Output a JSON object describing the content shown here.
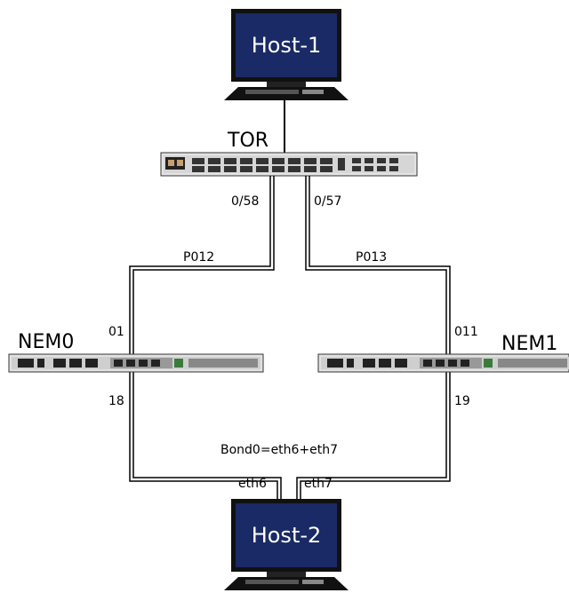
{
  "hosts": {
    "host1": "Host-1",
    "host2": "Host-2"
  },
  "switches": {
    "tor": "TOR",
    "nem0": "NEM0",
    "nem1": "NEM1"
  },
  "links": {
    "tor_port_left": "0/58",
    "tor_port_right": "0/57",
    "cable_left": "P012",
    "cable_right": "P013",
    "nem0_port_up": "01",
    "nem1_port_up": "011",
    "nem0_port_down": "18",
    "nem1_port_down": "19",
    "bond": "Bond0=eth6+eth7",
    "eth6": "eth6",
    "eth7": "eth7"
  },
  "colors": {
    "monitor_screen": "#1a2a66",
    "monitor_frame": "#000000",
    "switch_body": "#e2e2e2",
    "cable": "#000000"
  }
}
